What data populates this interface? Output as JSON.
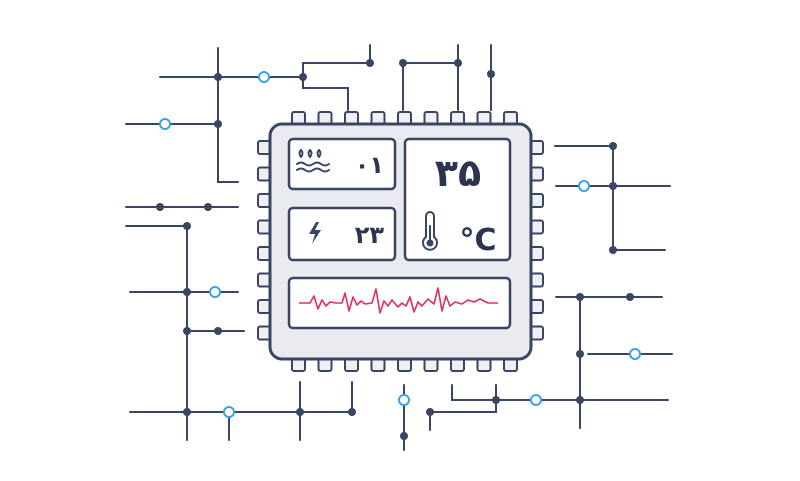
{
  "chip": {
    "humidity_value": "۰۱",
    "power_value": "۲۳",
    "temperature_value": "۳۵",
    "temperature_unit": "°C"
  },
  "icons": {
    "humidity": "humidity-icon",
    "power": "lightning-icon",
    "temperature": "thermometer-icon",
    "waveform": "heart-rate-waveform"
  },
  "colors": {
    "line": "#3a4563",
    "accent_node": "#3aa3e3",
    "waveform": "#e0305a",
    "chip_fill": "#e9ebf0"
  }
}
